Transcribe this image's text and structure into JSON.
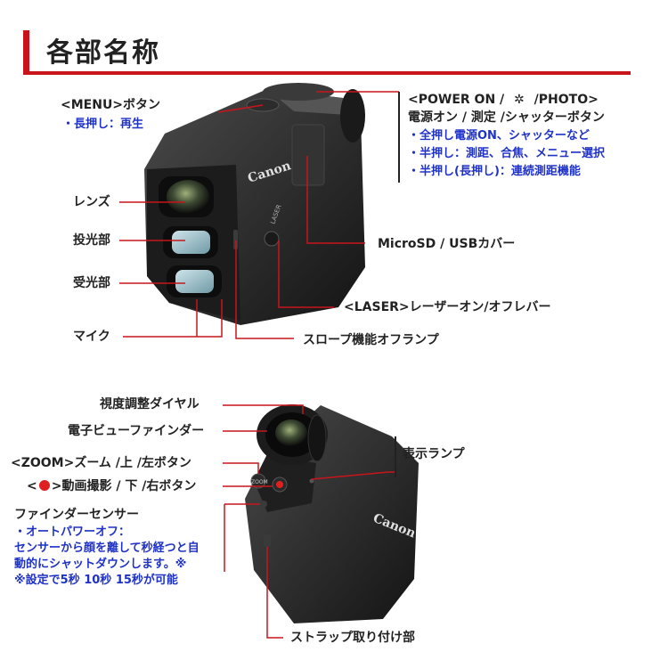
{
  "header": {
    "title": "各部名称",
    "accent_color": "#c8151b"
  },
  "top_labels": {
    "menu": "<MENU>ボタン",
    "menu_note": "・長押し：再生",
    "power_photo_a": "<POWER ON /",
    "power_photo_b": "/PHOTO>",
    "power_sub": "電源オン / 測定 /シャッターボタン",
    "power_note1": "・全押し電源ON、シャッターなど",
    "power_note2": "・半押し：測距、合焦、メニュー選択",
    "power_note3": "・半押し(長押し)：連続測距機能",
    "lens": "レンズ",
    "emitter": "投光部",
    "receiver": "受光部",
    "mic": "マイク",
    "microsd": "MicroSD / USBカバー",
    "laser": "<LASER>レーザーオン/オフレバー",
    "slope": "スロープ機能オフランプ"
  },
  "bottom_labels": {
    "diopter": "視度調整ダイヤル",
    "evf": "電子ビューファインダー",
    "zoom": "<ZOOM>ズーム /上 /左ボタン",
    "rec_a": "<",
    "rec_b": ">動画撮影 / 下 /右ボタン",
    "sensor": "ファインダーセンサー",
    "sensor_note1": "・オートパワーオフ：",
    "sensor_note2": "センサーから顔を離して秒経つと自",
    "sensor_note3": "動的にシャットダウンします。※",
    "sensor_note4": "※設定で5秒 10秒 15秒が可能",
    "indicator": "表示ランプ",
    "strap": "ストラップ取り付け部"
  },
  "device": {
    "brand": "Canon",
    "laser_text": "LASER",
    "zoom_text": "ZOOM"
  },
  "colors": {
    "label_text": "#222222",
    "note_blue": "#1f32c8",
    "leader": "#c8151b",
    "device": "#2b2b2b"
  }
}
